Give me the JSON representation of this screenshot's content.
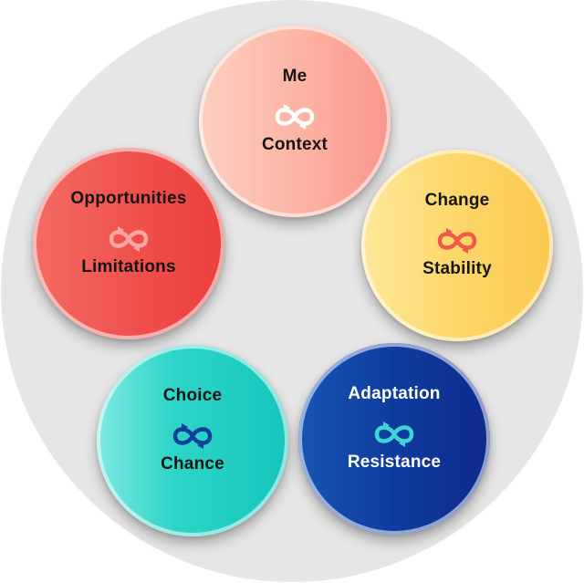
{
  "nodes": [
    {
      "id": "me-context",
      "top_label": "Me",
      "bottom_label": "Context",
      "icon": "infinity-loop-icon",
      "fill_color": "#fcb2a2",
      "icon_color": "#ffffff"
    },
    {
      "id": "change-stability",
      "top_label": "Change",
      "bottom_label": "Stability",
      "icon": "infinity-loop-icon",
      "fill_color": "#fdd769",
      "icon_color": "#ef5a4b"
    },
    {
      "id": "opportunities-limitations",
      "top_label": "Opportunities",
      "bottom_label": "Limitations",
      "icon": "infinity-loop-icon",
      "fill_color": "#f0504c",
      "icon_color": "#f9a69e"
    },
    {
      "id": "choice-chance",
      "top_label": "Choice",
      "bottom_label": "Chance",
      "icon": "infinity-loop-icon",
      "fill_color": "#2dd5c8",
      "icon_color": "#123f9c"
    },
    {
      "id": "adaptation-resistance",
      "top_label": "Adaptation",
      "bottom_label": "Resistance",
      "icon": "infinity-loop-icon",
      "fill_color": "#0e3c9e",
      "icon_color": "#3fd4d6"
    }
  ],
  "background_color": "#e6e6e6"
}
